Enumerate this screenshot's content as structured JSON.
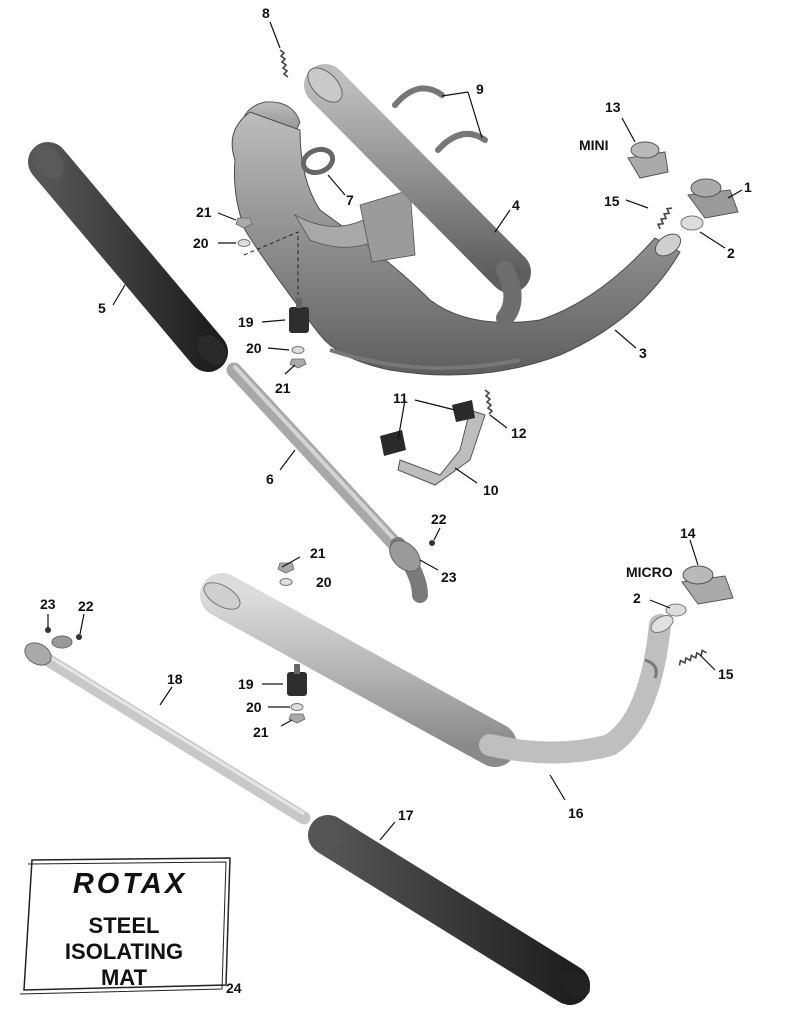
{
  "callouts": {
    "c1": "1",
    "c2a": "2",
    "c2b": "2",
    "c3": "3",
    "c4": "4",
    "c5": "5",
    "c6": "6",
    "c7": "7",
    "c8": "8",
    "c9": "9",
    "c10": "10",
    "c11": "11",
    "c12": "12",
    "c13": "13",
    "c14": "14",
    "c15a": "15",
    "c15b": "15",
    "c16": "16",
    "c17": "17",
    "c18": "18",
    "c19a": "19",
    "c19b": "19",
    "c20a": "20",
    "c20b": "20",
    "c20c": "20",
    "c21a": "21",
    "c21b": "21",
    "c21c": "21",
    "c22a": "22",
    "c22b": "22",
    "c23a": "23",
    "c23b": "23",
    "c24": "24"
  },
  "variants": {
    "mini": "MINI",
    "micro": "MICRO"
  },
  "mat": {
    "brand": "ROTAX",
    "line1": "STEEL",
    "line2": "ISOLATING",
    "line3": "MAT"
  },
  "colors": {
    "part_gray": "#8c8c8c",
    "part_dark": "#3a3a3a",
    "pipe_light": "#b3b3b3",
    "ink": "#111111"
  }
}
